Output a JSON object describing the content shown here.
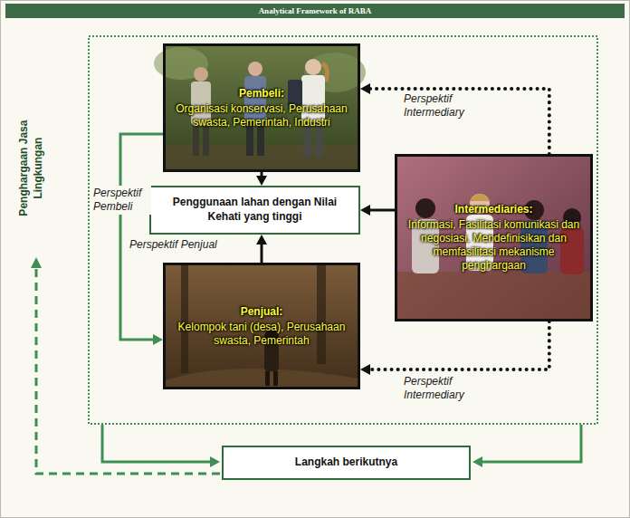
{
  "diagram": {
    "title": "Analytical Framework of RABA",
    "nodes": [
      {
        "text": [
          "Pembeli:",
          "Organisasi konservasi, Perusahaan swasta, Pemerintah, Industri"
        ]
      },
      {
        "text": [
          "Intermediaries:",
          "Informasi, Fasilitasi komunikasi dan negosiasi. Mendefinisikan dan memfasilitasi mekanisme penghargaan"
        ]
      },
      {
        "text": [
          "Penggunaan lahan dengan Nilai Kehati yang tinggi"
        ]
      },
      {
        "text": [
          "Penjual:",
          "Kelompok tani (desa), Perusahaan swasta, Pemerintah"
        ]
      },
      {
        "text": [
          "Langkah berikutnya"
        ]
      }
    ],
    "edges": [
      {
        "from": 0,
        "to": 2,
        "arrow": "to"
      },
      {
        "from": 3,
        "to": 2,
        "arrow": "to"
      },
      {
        "from": 1,
        "to": 2,
        "arrow": "to"
      },
      {
        "from": 1,
        "to": 0,
        "arrow": "to"
      },
      {
        "from": 1,
        "to": 3,
        "arrow": "to"
      },
      {
        "from": 0,
        "to": 3,
        "arrow": "to"
      }
    ],
    "labels": [
      "Perspektif Intermediary",
      "Perspektif Pembeli",
      "Perspektif Penjual",
      "Perspektif Intermediary",
      "Penghargaan Jasa Lingkungan"
    ]
  }
}
